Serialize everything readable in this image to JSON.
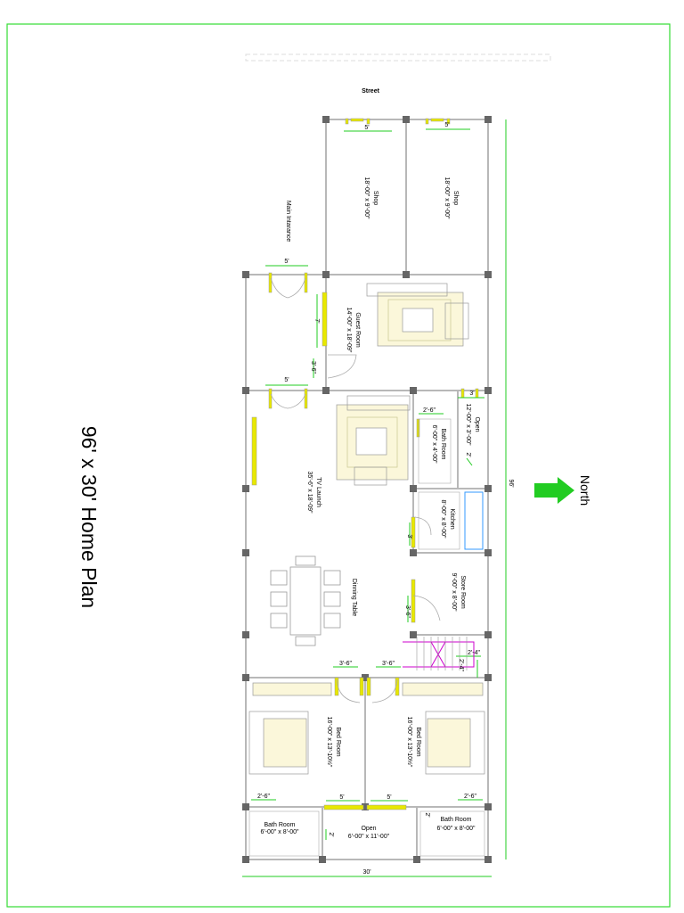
{
  "title": "96' x 30' Home Plan",
  "compass": {
    "label": "North"
  },
  "street": "Street",
  "entrance": "Main Intarance",
  "overall": {
    "length": "96'",
    "width": "30'"
  },
  "rooms": {
    "shop1": {
      "name": "Shop",
      "size": "18'-00\" x 9'-00\""
    },
    "shop2": {
      "name": "Shop",
      "size": "18'-00\" x 9'-00\""
    },
    "guest": {
      "name": "Guest Room",
      "size": "14'-00\" x 18'-09\""
    },
    "tv": {
      "name": "TV Launch",
      "size": "35'-6\" x 18'-09\""
    },
    "open_top": {
      "name": "Open",
      "size": "12'-00\" x 3'-00\""
    },
    "bath_top": {
      "name": "Bath Room",
      "size": "6'-00\" x 4'-00\""
    },
    "kitchen": {
      "name": "Kitchen",
      "size": "8'-00\" x 8'-00\""
    },
    "store": {
      "name": "Store Room",
      "size": "9'-00\" x 8'-00\""
    },
    "dining": {
      "name": "Dinning Table"
    },
    "bed1": {
      "name": "Bed Room",
      "size": "16'-00\" x 13'-10½\""
    },
    "bed2": {
      "name": "Bed Room",
      "size": "16'-00\" x 13'-10½\""
    },
    "bath_left": {
      "name": "Bath Room",
      "size": "6'-00\" x 8'-00\""
    },
    "bath_right": {
      "name": "Bath Room",
      "size": "6'-00\" x 8'-00\""
    },
    "open_bottom": {
      "name": "Open",
      "size": "6'-00\" x 11'-00\""
    }
  },
  "dims": {
    "shop_door1": "5'",
    "shop_door2": "5'",
    "entrance_door": "5'",
    "guest_window": "7'",
    "guest_door": "3'-6\"",
    "tv_door": "5'",
    "open_top_w": "3'",
    "bath_top_w": "2'-6\"",
    "bath_top_d": "2'",
    "kitchen_door": "3'",
    "store_door": "3'-6\"",
    "stair_w": "2'-4\"",
    "stair_d": "2'-4\"",
    "bed1_door": "3'-6\"",
    "bed2_door": "3'-6\"",
    "bath_left_w": "2'-6\"",
    "bath_right_w": "2'-6\"",
    "open_win1": "5'",
    "open_win2": "5'",
    "bath_left_d": "2'",
    "bath_right_d": "2'"
  },
  "colors": {
    "frame": "#33dd33",
    "wall": "#b8b8b8",
    "door": "#e8e800",
    "dim": "#22cc22",
    "column": "#666666",
    "arrow": "#22cc22",
    "stair": "#cc00cc"
  }
}
